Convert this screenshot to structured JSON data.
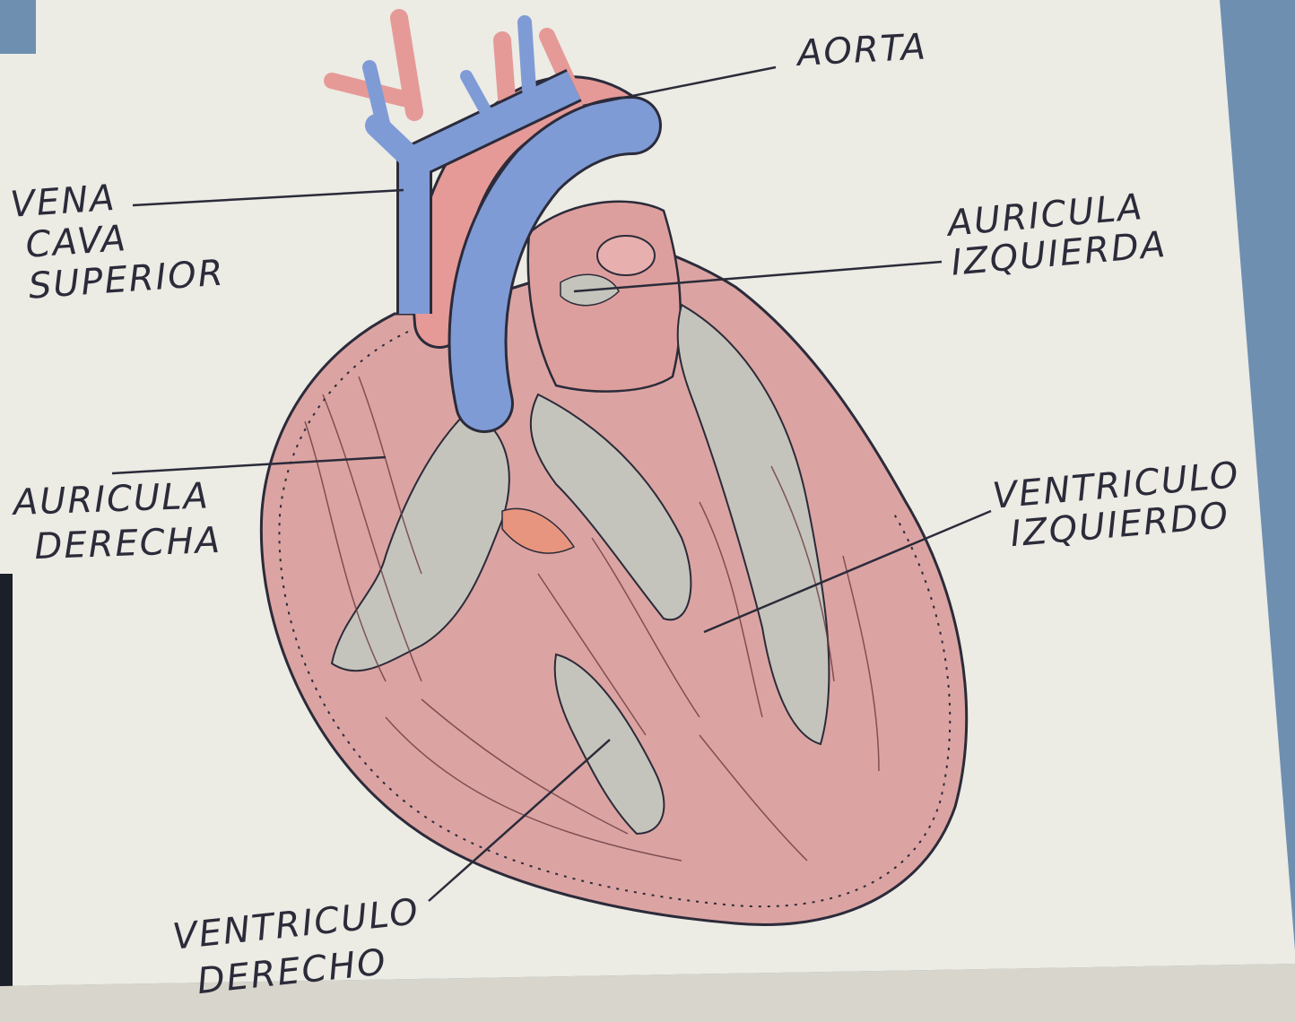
{
  "labels": {
    "aorta": "AORTA",
    "vena_cava_superior": [
      "VENA",
      "CAVA",
      "SUPERIOR"
    ],
    "auricula_izquierda": [
      "AURICULA",
      "IZQUIERDA"
    ],
    "auricula_derecha": [
      "AURICULA",
      "DERECHA"
    ],
    "ventriculo_izquierdo": [
      "VENTRICULO",
      "IZQUIERDO"
    ],
    "ventriculo_derecho": [
      "VENTRICULO",
      "DERECHO"
    ]
  },
  "colors": {
    "paper": "#ecebe4",
    "background_blue": "#6e8fb0",
    "heart_muscle": "#dba4a2",
    "heart_dark": "#c97e80",
    "vessel_blue": "#7f9bd6",
    "aorta_red": "#e59a98",
    "valve_gray": "#c5c4bc",
    "ink": "#2b2b3a"
  }
}
